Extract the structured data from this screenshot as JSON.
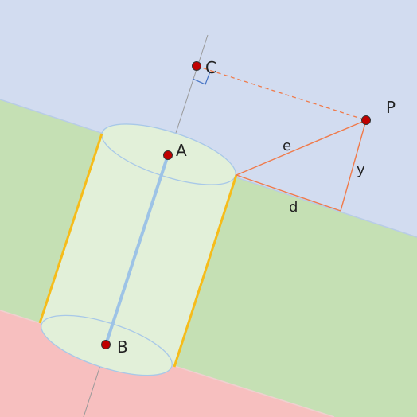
{
  "colors": {
    "region_top": "#d2dcf0",
    "region_middle": "#c5e0b4",
    "region_bottom": "#f7bfbf",
    "cylinder_fill": "#e2f0d9",
    "cylinder_outline": "#a8c8e8",
    "cylinder_side": "#f6bc1a",
    "axis": "#9dc3e6",
    "construction": "#f07a4a",
    "point_fill": "#c00000",
    "right_angle": "#4472c4"
  },
  "points": {
    "A": "A",
    "B": "B",
    "C": "C",
    "P": "P"
  },
  "segments": {
    "e": "e",
    "d": "d",
    "y": "y"
  }
}
